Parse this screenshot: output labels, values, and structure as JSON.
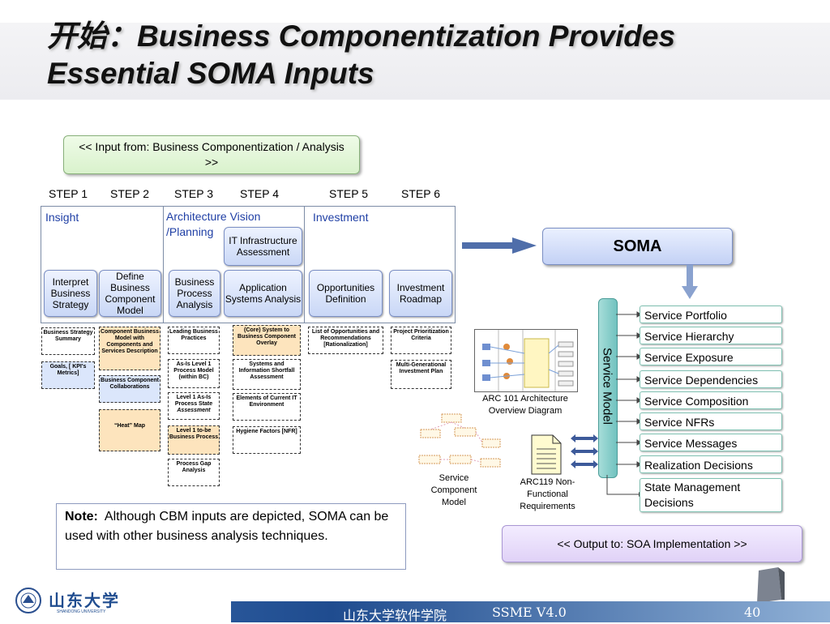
{
  "title": {
    "line1": "开始：Business Componentization Provides",
    "line2": "Essential SOMA Inputs"
  },
  "input_note": "<< Input from: Business Componentization / Analysis >>",
  "steps": [
    "STEP 1",
    "STEP 2",
    "STEP 3",
    "STEP 4",
    "STEP 5",
    "STEP 6"
  ],
  "regions": {
    "insight": "Insight",
    "architecture": "Architecture Vision /Planning",
    "investment": "Investment"
  },
  "process_boxes": {
    "it_infra": "IT Infrastructure Assessment",
    "interpret": "Interpret Business Strategy",
    "define": "Define Business Component Model",
    "bpa": "Business Process Analysis",
    "asa": "Application Systems Analysis",
    "opportunities": "Opportunities Definition",
    "roadmap": "Investment Roadmap"
  },
  "documents": {
    "bss": "Business Strategy Summary",
    "goals": "Goals, [ KPI's Metrics]",
    "cbm": "Component Business Model with Components and Services Description",
    "bcc": "Business Component Collaborations",
    "heat": "“Heat” Map",
    "lbp": "Leading Business Practices",
    "asis1": "As-Is Level 1 Process Model (within BC)",
    "asis_state": "Level 1 As-Is Process State",
    "assessment": "Assessment",
    "tobe": "Level 1 to-be Business Process",
    "gap": "Process Gap Analysis",
    "core": "(Core) System to Business Component Overlay",
    "sis": "Systems and Information Shortfall Assessment",
    "eoc": "Elements of Current IT Environment",
    "hygiene": "Hygiene Factors [NFR]",
    "list_opps": "List of Opportunities and Recommendations [Rationalization]",
    "ppc": "Project Prioritization Criteria",
    "mgip": "Multi-Generational Investment Plan"
  },
  "soma": "SOMA",
  "service_model_label": "Service Model",
  "service_items": [
    "Service Portfolio",
    "Service Hierarchy",
    "Service Exposure",
    "Service Dependencies",
    "Service Composition",
    "Service  NFRs",
    "Service Messages",
    "Realization Decisions",
    "State Management Decisions"
  ],
  "arc101_caption": "ARC 101 Architecture Overview Diagram",
  "arc119_caption": "ARC119 Non-Functional Requirements",
  "scm_caption": "Service Component Model",
  "note": {
    "label": "Note:",
    "text": "Although CBM inputs are depicted, SOMA can be used with other business analysis techniques."
  },
  "output_note": "<< Output to: SOA Implementation >>",
  "footer": {
    "school": "山东大学软件学院",
    "course": "SSME V4.0",
    "page": "40"
  },
  "logo_text": "山东大学",
  "logo_subtext": "SHANDONG UNIVERSITY",
  "colors": {
    "title_shadow": "#b8b8b8",
    "region_label": "#1f3fa5",
    "service_bar": "#71c2bf",
    "footer": "#1f4c8f"
  }
}
